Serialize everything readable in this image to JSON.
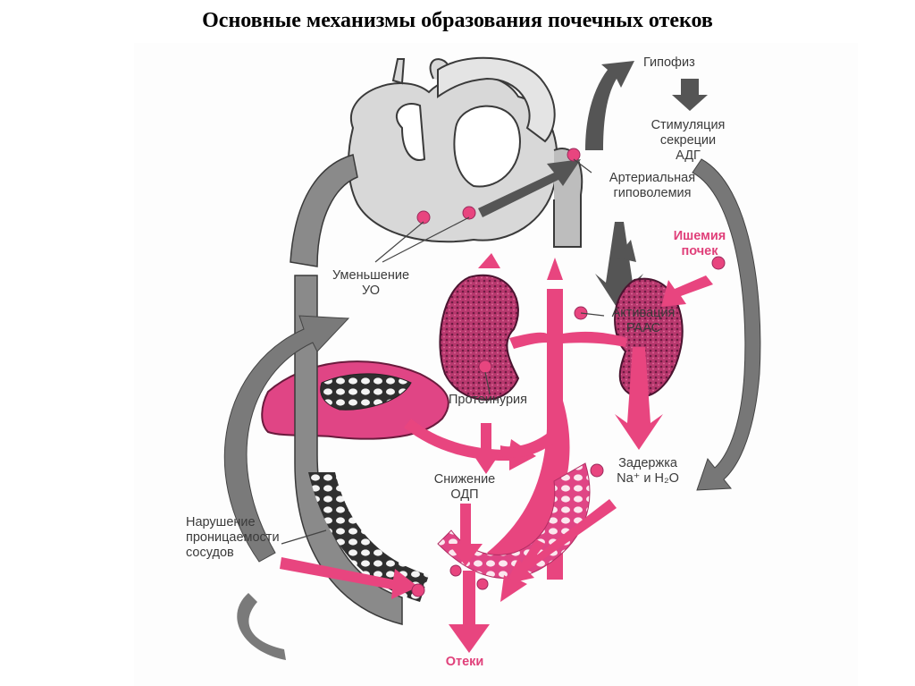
{
  "title": "Основные механизмы образования почечных отеков",
  "labels": {
    "pituitary": "Гипофиз",
    "adh_1": "Стимуляция",
    "adh_2": "секреции",
    "adh_3": "АДГ",
    "hypovolemia_1": "Артериальная",
    "hypovolemia_2": "гиповолемия",
    "ischemia_1": "Ишемия",
    "ischemia_2": "почек",
    "raas_1": "Активация",
    "raas_2": "РААС",
    "reduced_output_1": "Уменьшение",
    "reduced_output_2": "УО",
    "proteinuria": "Протеинурия",
    "retention_1": "Задержка",
    "retention_2": "Na⁺ и H₂O",
    "odp_1": "Снижение",
    "odp_2": "ОДП",
    "permeability_1": "Нарушение",
    "permeability_2": "проницаемости",
    "permeability_3": "сосудов",
    "edema": "Отеки"
  },
  "colors": {
    "gray": "#8a8a8a",
    "dark_gray": "#4a4a4a",
    "pink": "#e8457f",
    "magenta_dark": "#9a2a5c",
    "text": "#3b3b3b"
  }
}
